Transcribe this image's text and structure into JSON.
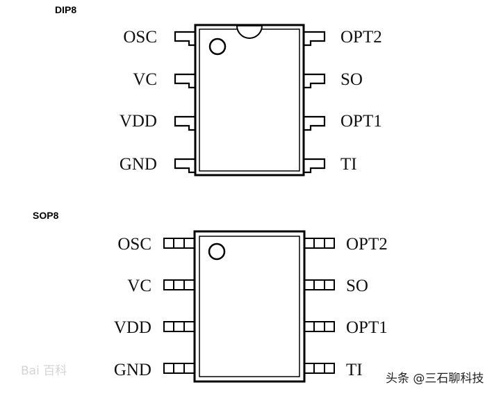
{
  "dip8": {
    "title": "DIP8",
    "left_pins": [
      "OSC",
      "VC",
      "VDD",
      "GND"
    ],
    "right_pins": [
      "OPT2",
      "SO",
      "OPT1",
      "TI"
    ]
  },
  "sop8": {
    "title": "SOP8",
    "left_pins": [
      "OSC",
      "VC",
      "VDD",
      "GND"
    ],
    "right_pins": [
      "OPT2",
      "SO",
      "OPT1",
      "TI"
    ]
  },
  "watermarks": {
    "baidu": "Bai 百科",
    "author": "头条 @三石聊科技"
  }
}
